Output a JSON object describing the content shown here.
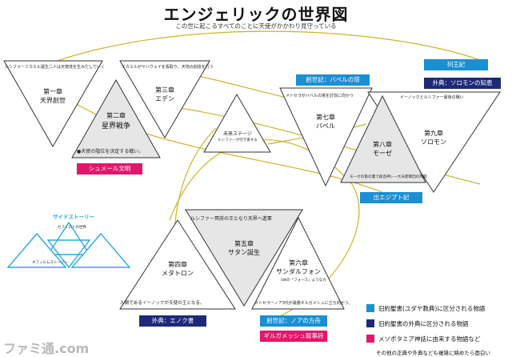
{
  "header": {
    "title": "エンジェリックの世界図",
    "subtitle": "この世に起こるすべてのことに天使がかかわり見守っている"
  },
  "center": {
    "title": "未来ステージ",
    "subtitle": "ルシファーが行き来する"
  },
  "chapters": {
    "ch1": {
      "name": "第一章",
      "sub": "天界創世",
      "note": "ルシファーミカエル誕生二人は天使達を生みだしていく"
    },
    "ch2": {
      "name": "第二章",
      "sub": "星界戦争",
      "note": "●天使の階位を決定する戦い。"
    },
    "ch3": {
      "name": "第三章",
      "sub": "エデン",
      "note": "ミカエルがヤハウェイを看取り、天地の創造を行う"
    },
    "ch4": {
      "name": "第四章",
      "sub": "メタトロン",
      "note": "人間であるイーノックが天使の王となる。"
    },
    "ch5": {
      "name": "第五章",
      "sub": "サタン誕生",
      "note": "ルシファー冥府の王となり天界へ進軍"
    },
    "ch6": {
      "name": "第六章",
      "sub": "サンダルフォン",
      "note1": "SWの「フォース」ような力",
      "note2": "メトセラーノア3代が最悪ギルガメシュに立ち向かう。"
    },
    "ch7": {
      "name": "第七章",
      "sub": "バベル",
      "note": "メトセラがバベルの塔を討伐に向かう"
    },
    "ch8": {
      "name": "第八章",
      "sub": "モーゼ",
      "note": "モーゼの旅の裏で創造神レー大天使軍団の死闘"
    },
    "ch9": {
      "name": "第九章",
      "sub": "ソロモン",
      "note": "イーノックとルシファー最後の戦い"
    }
  },
  "labels": {
    "sumer": "シュメール文明",
    "babel": "創世記：バベルの塔",
    "retsuouki": "列王記",
    "solomon": "外典：ソロモンの知恵",
    "exodus": "出エジプト記",
    "enoch": "外典：エノク書",
    "noah": "創世記：ノアの方舟",
    "gilgamesh": "ギルガメッシュ叙事詩"
  },
  "side_story": {
    "title": "サイドストーリー",
    "sub": "セフィロトの世界",
    "bottom": "ネフィルムストーリー"
  },
  "legend": {
    "items": [
      {
        "text": "旧約聖書(ユダヤ教典)に区分される物語",
        "color": "#1a8fd3"
      },
      {
        "text": "旧約聖書の外典に区分される物語",
        "color": "#1e2a78"
      },
      {
        "text": "メソポタミア神話に由来する物語など",
        "color": "#e0176b"
      }
    ],
    "footer": "その他の正典や外典なども複雑に絡めたら面白い"
  },
  "watermark": "ファミ通.com"
}
